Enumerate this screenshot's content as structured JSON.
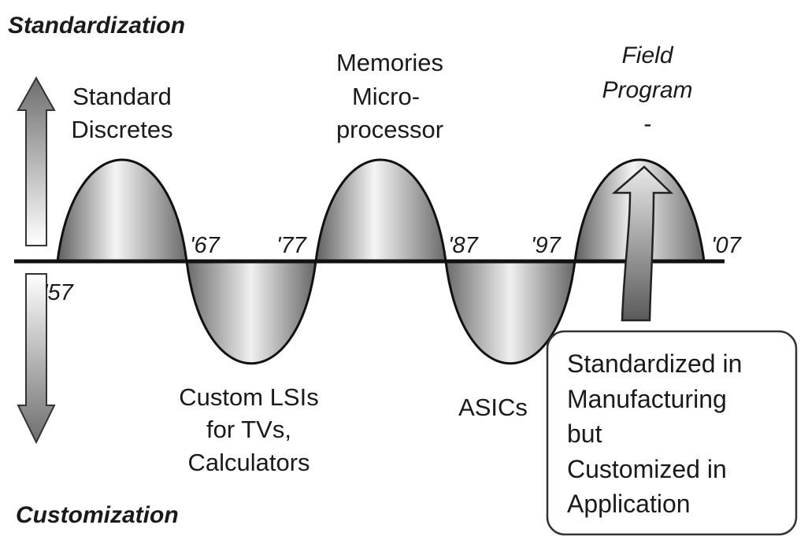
{
  "axis_titles": {
    "top": "Standardization",
    "bottom": "Customization"
  },
  "years": [
    "'57",
    "'67",
    "'77",
    "'87",
    "'97",
    "'07"
  ],
  "peaks": {
    "standard_discretes": [
      "Standard",
      "Discretes"
    ],
    "memories": [
      "Memories",
      "Micro-",
      "processor"
    ],
    "field_program": [
      "Field",
      "Program",
      "-"
    ]
  },
  "troughs": {
    "custom_lsis": [
      "Custom LSIs",
      "for TVs,",
      "Calculators"
    ],
    "asics": [
      "ASICs"
    ]
  },
  "callout": [
    "Standardized in",
    "Manufacturing",
    "but",
    "Customized in",
    "Application"
  ],
  "colors": {
    "line": "#111111",
    "wave_light": "#f7f7f7",
    "wave_dark": "#7a7a7a",
    "arrow_dark": "#6e6e6e",
    "callout_border": "#333333"
  }
}
